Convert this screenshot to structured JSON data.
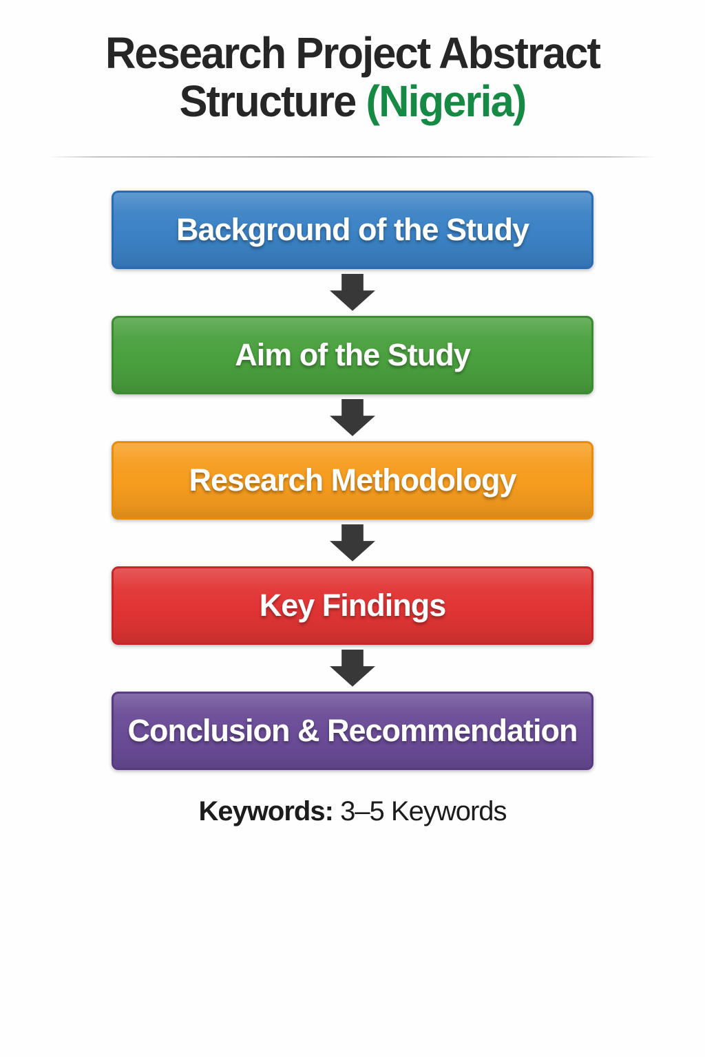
{
  "title": {
    "line1": "Research Project Abstract",
    "line2_black": "Structure ",
    "line2_accent": "(Nigeria)",
    "accent_color": "#168a45",
    "text_color": "#262626"
  },
  "flow": {
    "steps": [
      {
        "label": "Background of the Study",
        "fill": "#3b82c5",
        "border": "#2a6cb3"
      },
      {
        "label": "Aim of the Study",
        "fill": "#4aa03e",
        "border": "#3c8a31"
      },
      {
        "label": "Research Methodology",
        "fill": "#f69c1e",
        "border": "#e48d0e"
      },
      {
        "label": "Key Findings",
        "fill": "#e13434",
        "border": "#c62626"
      },
      {
        "label": "Conclusion & Recommendation",
        "fill": "#6a4c97",
        "border": "#573a80"
      }
    ],
    "arrow_color": "#383838"
  },
  "footer": {
    "keywords_label": "Keywords:",
    "keywords_value": "3–5 Keywords"
  }
}
